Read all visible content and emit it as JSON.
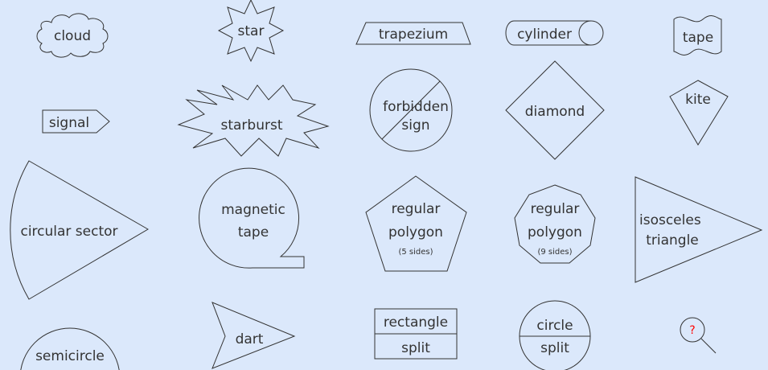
{
  "shapes": {
    "cloud": "cloud",
    "star": "star",
    "trapezium": "trapezium",
    "cylinder": "cylinder",
    "tape": "tape",
    "signal": "signal",
    "starburst": "starburst",
    "forbidden_sign": [
      "forbidden",
      "sign"
    ],
    "diamond": "diamond",
    "kite": "kite",
    "circular_sector": "circular sector",
    "magnetic_tape": [
      "magnetic",
      "tape"
    ],
    "regular_polygon_5": [
      "regular",
      "polygon",
      "(5 sides)"
    ],
    "regular_polygon_9": [
      "regular",
      "polygon",
      "(9 sides)"
    ],
    "isosceles_triangle": [
      "isosceles",
      "triangle"
    ],
    "semicircle": "semicircle",
    "dart": "dart",
    "rectangle_split": [
      "rectangle",
      "split"
    ],
    "circle_split": [
      "circle",
      "split"
    ],
    "magnifier": "?"
  },
  "colors": {
    "background": "#dbe8fb",
    "stroke": "#333333",
    "text": "#333333",
    "question_mark": "#ff0000"
  }
}
